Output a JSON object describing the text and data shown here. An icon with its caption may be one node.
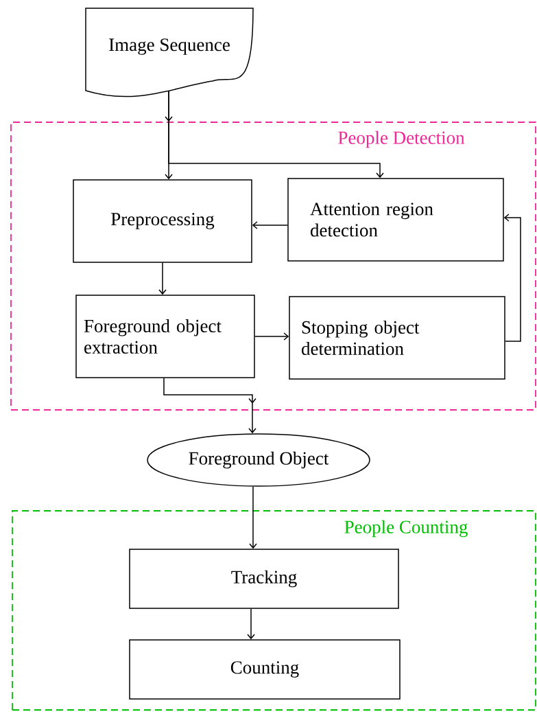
{
  "diagram": {
    "nodes": [
      {
        "text": [
          "Image Sequence"
        ]
      },
      {
        "text": [
          "People Detection"
        ]
      },
      {
        "text": [
          "Preprocessing"
        ],
        "in": 1
      },
      {
        "text": [
          "Attention region detection"
        ],
        "in": 1
      },
      {
        "text": [
          "Foreground object extraction"
        ],
        "in": 1
      },
      {
        "text": [
          "Stopping object determination"
        ],
        "in": 1
      },
      {
        "text": [
          "Foreground Object"
        ]
      },
      {
        "text": [
          "People Counting"
        ]
      },
      {
        "text": [
          "Tracking"
        ],
        "in": 7
      },
      {
        "text": [
          "Counting"
        ],
        "in": 7
      }
    ],
    "edges": [
      {
        "from": 0,
        "to": 2,
        "arrow": "to"
      },
      {
        "from": 0,
        "to": 3,
        "arrow": "to"
      },
      {
        "from": 3,
        "to": 2,
        "arrow": "to"
      },
      {
        "from": 2,
        "to": 4,
        "arrow": "to"
      },
      {
        "from": 4,
        "to": 5,
        "arrow": "to"
      },
      {
        "from": 5,
        "to": 3,
        "arrow": "to"
      },
      {
        "from": 4,
        "to": 6,
        "arrow": "to"
      },
      {
        "from": 6,
        "to": 8,
        "arrow": "to"
      },
      {
        "from": 8,
        "to": 9,
        "arrow": "to"
      }
    ]
  }
}
